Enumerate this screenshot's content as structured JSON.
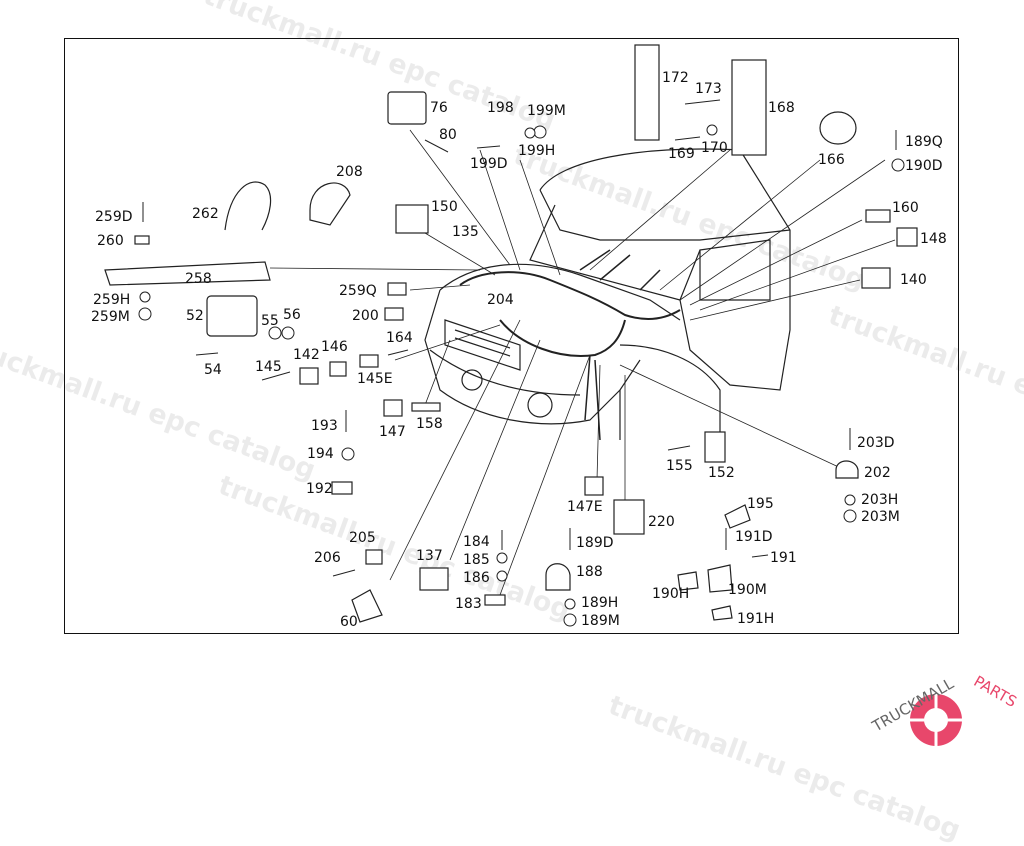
{
  "watermark": {
    "items": [
      "truckmall.ru epc catalog",
      "truckmall.ru epc catalog",
      "truckmall.ru epc catalog",
      "truckmall.ru epc catalog",
      "truckmall.ru epc catalog",
      "truckmall.ru epc catalog"
    ]
  },
  "brand": {
    "text1": "TRUCKMALL",
    "text2": "PARTS",
    "color_primary": "#e8476b",
    "color_text": "#666666"
  },
  "parts": {
    "p76": "76",
    "p80": "80",
    "p198": "198",
    "p199M": "199M",
    "p199D": "199D",
    "p199H": "199H",
    "p172": "172",
    "p173": "173",
    "p168": "168",
    "p169": "169",
    "p170": "170",
    "p166": "166",
    "p189Q": "189Q",
    "p190D": "190D",
    "p208": "208",
    "p262": "262",
    "p259D": "259D",
    "p260": "260",
    "p150": "150",
    "p135": "135",
    "p160": "160",
    "p148": "148",
    "p140": "140",
    "p258": "258",
    "p259Q": "259Q",
    "p204": "204",
    "p259H": "259H",
    "p259M": "259M",
    "p52": "52",
    "p55": "55",
    "p56": "56",
    "p200": "200",
    "p164": "164",
    "p146": "146",
    "p142": "142",
    "p145E": "145E",
    "p54": "54",
    "p145": "145",
    "p193": "193",
    "p147": "147",
    "p158": "158",
    "p194": "194",
    "p192": "192",
    "p203D": "203D",
    "p202": "202",
    "p155": "155",
    "p152": "152",
    "p203H": "203H",
    "p203M": "203M",
    "p147E": "147E",
    "p195": "195",
    "p220": "220",
    "p205": "205",
    "p184": "184",
    "p189D": "189D",
    "p191D": "191D",
    "p185": "185",
    "p191": "191",
    "p137": "137",
    "p206": "206",
    "p186": "186",
    "p188": "188",
    "p190H": "190H",
    "p190M": "190M",
    "p183": "183",
    "p189H": "189H",
    "p60": "60",
    "p189M": "189M",
    "p191H": "191H"
  }
}
